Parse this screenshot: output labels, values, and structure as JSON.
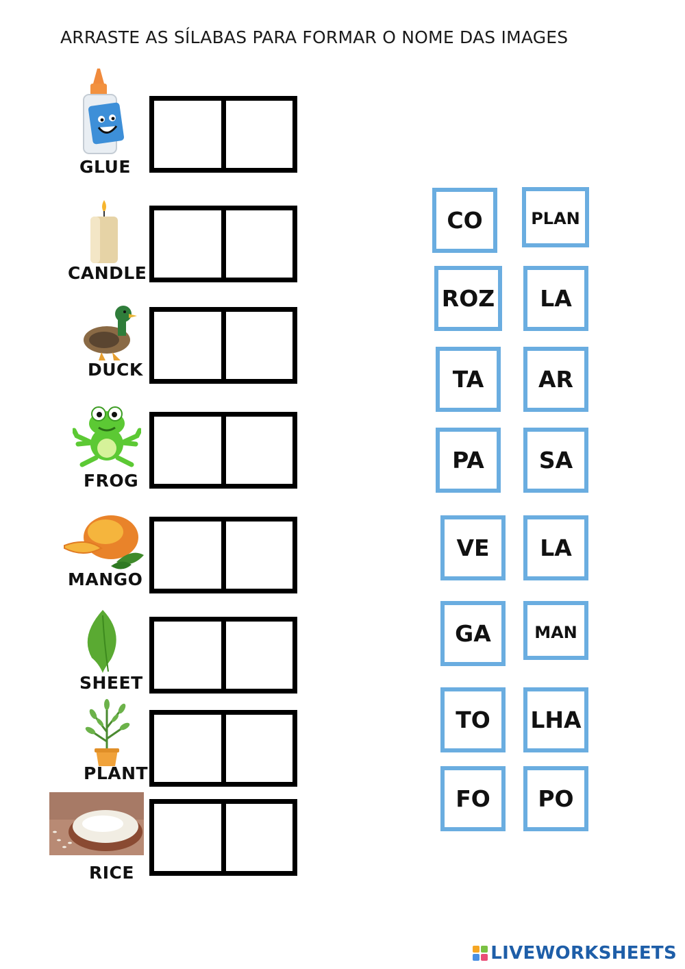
{
  "title": "ARRASTE AS SÍLABAS PARA FORMAR O NOME DAS IMAGES",
  "items": [
    {
      "word": "GLUE",
      "icon": "glue-bottle-icon"
    },
    {
      "word": "CANDLE",
      "icon": "candle-icon"
    },
    {
      "word": "DUCK",
      "icon": "duck-icon"
    },
    {
      "word": "FROG",
      "icon": "frog-icon"
    },
    {
      "word": "MANGO",
      "icon": "mango-icon"
    },
    {
      "word": "SHEET",
      "icon": "leaf-icon"
    },
    {
      "word": "PLANT",
      "icon": "potted-plant-icon"
    },
    {
      "word": "RICE",
      "icon": "rice-bowl-icon"
    }
  ],
  "syllables": [
    "CO",
    "PLAN",
    "ROZ",
    "LA",
    "TA",
    "AR",
    "PA",
    "SA",
    "VE",
    "LA",
    "GA",
    "MAN",
    "TO",
    "LHA",
    "FO",
    "PO"
  ],
  "brand": "LIVEWORKSHEETS",
  "colors": {
    "tile_border": "#6aade0",
    "brand": "#1e5ea8"
  }
}
